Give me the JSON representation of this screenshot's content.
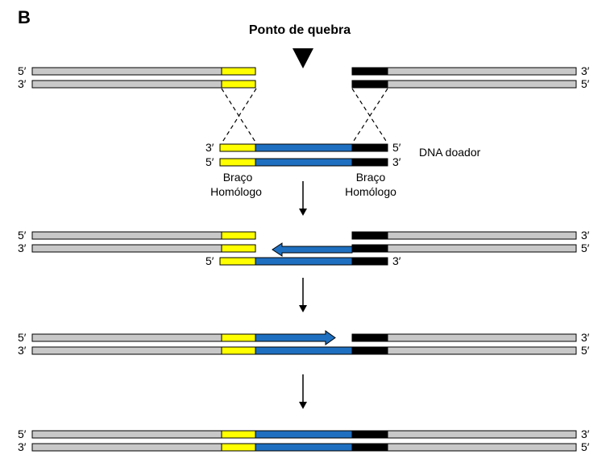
{
  "panel_label": "B",
  "title": "Ponto de quebra",
  "donor_label": "DNA doador",
  "arm_left": {
    "line1": "Braço",
    "line2": "Homólogo"
  },
  "arm_right": {
    "line1": "Braço",
    "line2": "Homólogo"
  },
  "ends": {
    "five": "5′",
    "three": "3′"
  },
  "colors": {
    "grey": "#c8c8c8",
    "yellow": "#ffff00",
    "blue": "#1e6fc0",
    "black": "#000000"
  }
}
